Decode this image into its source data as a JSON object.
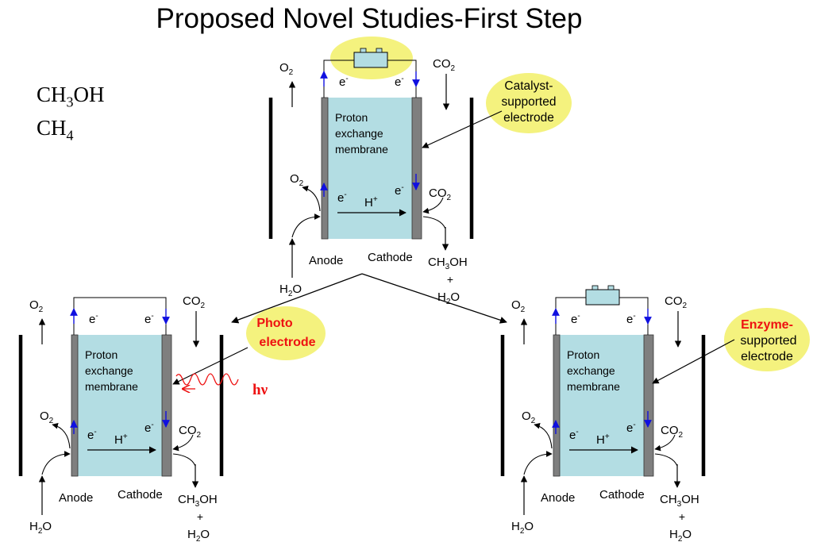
{
  "title": "Proposed Novel Studies-First Step",
  "formulas": [
    {
      "base": "CH",
      "sub": "3",
      "rest": "OH"
    },
    {
      "base": "CH",
      "sub": "4",
      "rest": ""
    }
  ],
  "labels": {
    "o2": "O",
    "co2": "CO",
    "two": "2",
    "electron": "e",
    "minus": "-",
    "proton": "H",
    "plus": "+",
    "membrane": [
      "Proton",
      "exchange",
      "membrane"
    ],
    "anode": "Anode",
    "cathode": "Cathode",
    "ch3oh": [
      "CH",
      "3",
      "OH"
    ],
    "h2o": [
      "H",
      "2",
      "O"
    ],
    "plus_sign": "+"
  },
  "callouts": {
    "top": [
      "Catalyst-",
      "supported",
      "electrode"
    ],
    "left": [
      "Photo",
      "electrode"
    ],
    "right_red": "Enzyme-",
    "right": [
      "supported",
      "electrode"
    ]
  },
  "light": "hν",
  "colors": {
    "membrane_fill": "#b3dde3",
    "electrode_fill": "#7f7f7f",
    "callout_fill": "#f4f27e",
    "arrow_blue": "#1010e0",
    "red": "#ee1111"
  }
}
